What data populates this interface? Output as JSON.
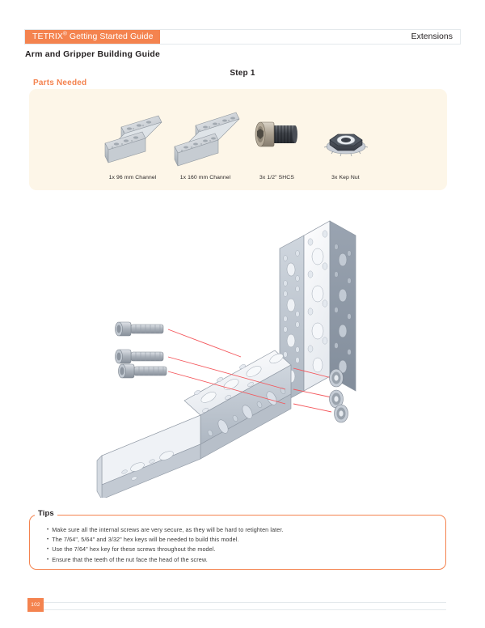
{
  "header": {
    "brand_tag": "TETRIX",
    "brand_sup": "®",
    "brand_tag_rest": " Getting Started Guide",
    "section": "Extensions",
    "accent_color": "#f4834f"
  },
  "document": {
    "title": "Arm and Gripper Building Guide",
    "step_title": "Step 1"
  },
  "parts": {
    "section_label": "Parts Needed",
    "panel_color": "#fdf6e8",
    "items": [
      {
        "icon": "channel-96mm-icon",
        "label": "1x 96 mm Channel"
      },
      {
        "icon": "channel-160mm-icon",
        "label": "1x 160 mm Channel"
      },
      {
        "icon": "socket-head-cap-screw-icon",
        "label": "3x  1/2\" SHCS"
      },
      {
        "icon": "kep-nut-icon",
        "label": "3x Kep Nut"
      }
    ]
  },
  "illustration": {
    "name": "exploded-assembly-diagram",
    "description": "Exploded isometric view: 96 mm channel joined to 160 mm channel with three screws and three kep nuts",
    "callout_line_color": "#f4555a",
    "screw_count": 3,
    "nut_count": 3
  },
  "tips": {
    "label": "Tips",
    "border_color": "#f4834f",
    "items": [
      "Make sure all the internal screws are very secure, as they will be hard to retighten later.",
      "The 7/64\", 5/64\" and 3/32\" hex keys will be needed to build this model.",
      "Use the 7/64\" hex key for these screws throughout the model.",
      "Ensure that the teeth of the nut face the head of the screw."
    ]
  },
  "footer": {
    "page_number": "102"
  }
}
